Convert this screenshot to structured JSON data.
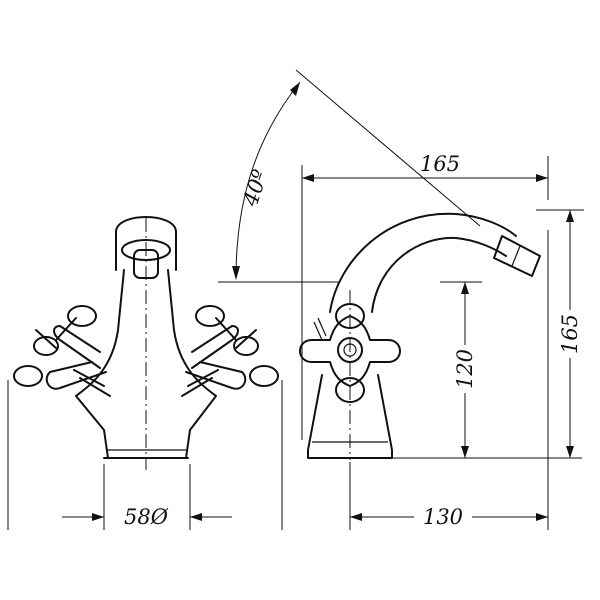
{
  "dimensions": {
    "base_diameter": "58Ø",
    "depth": "130",
    "height": "120",
    "total_height": "165",
    "reach": "165",
    "swivel_angle": "40º"
  }
}
